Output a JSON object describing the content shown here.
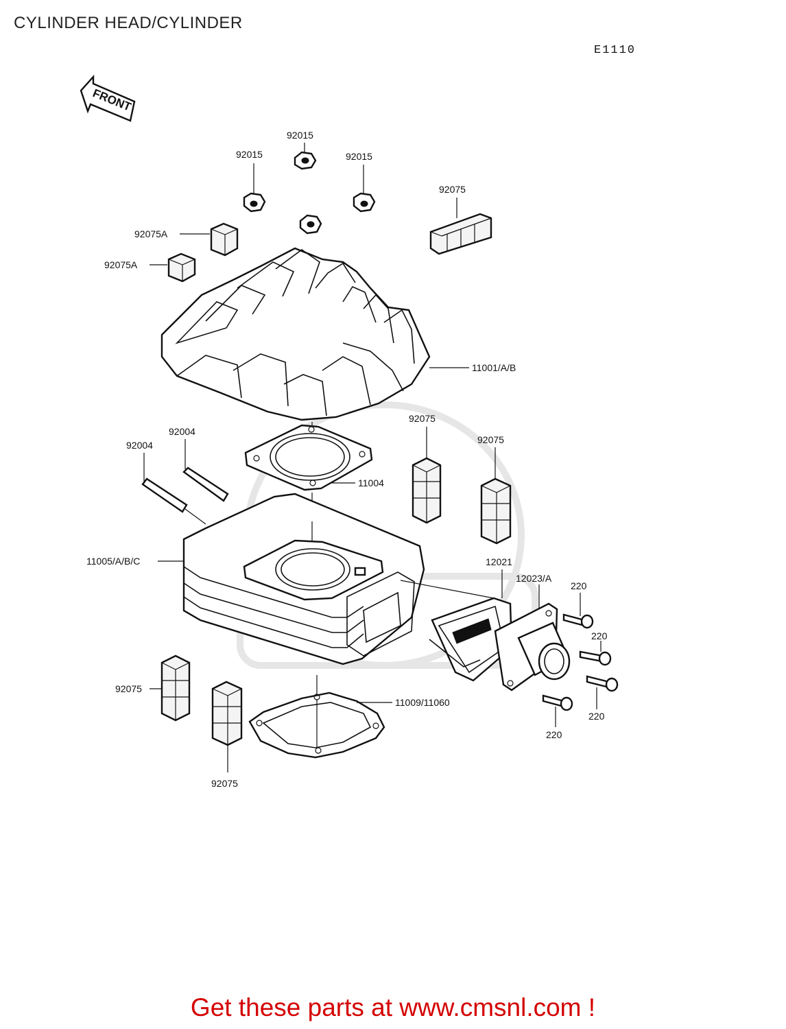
{
  "header": {
    "title": "CYLINDER HEAD/CYLINDER",
    "diagram_code": "E1110"
  },
  "front_marker": {
    "label": "FRONT",
    "icon": "front-arrow-icon"
  },
  "footer": {
    "cta": "Get these parts at www.cmsnl.com !",
    "cta_color": "#d40000"
  },
  "labels": {
    "nut_left": "92015",
    "nut_center": "92015",
    "nut_right": "92015",
    "damper_top_right": "92075",
    "damper_a_upper": "92075A",
    "damper_a_lower": "92075A",
    "cylinder_head": "11001/A/B",
    "stud_right": "92004",
    "stud_left": "92004",
    "head_gasket": "11004",
    "damper_mid_left": "92075",
    "damper_mid_right": "92075",
    "cylinder": "11005/A/B/C",
    "reed_valve": "12021",
    "intake_pipe": "12023/A",
    "screw_1": "220",
    "screw_2": "220",
    "screw_3": "220",
    "screw_4": "220",
    "damper_bottom_left": "92075",
    "base_gasket": "11009/11060",
    "damper_bottom_center": "92075"
  }
}
